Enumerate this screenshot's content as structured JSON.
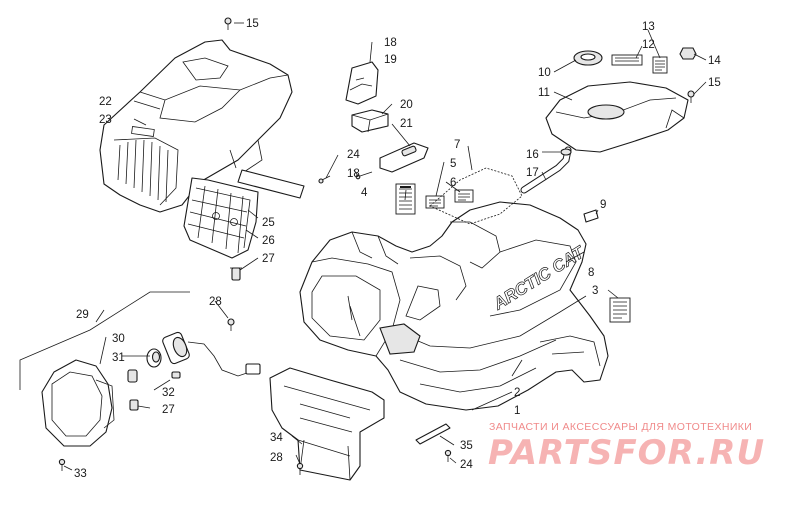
{
  "diagram": {
    "brand_decal": "ARCTIC CAT",
    "callouts": {
      "c1": "1",
      "c2": "2",
      "c3": "3",
      "c4": "4",
      "c5": "5",
      "c6": "6",
      "c7": "7",
      "c8": "8",
      "c9": "9",
      "c10": "10",
      "c11": "11",
      "c12": "12",
      "c13": "13",
      "c14": "14",
      "c15a": "15",
      "c15b": "15",
      "c16": "16",
      "c17": "17",
      "c18a": "18",
      "c18b": "18",
      "c19": "19",
      "c20": "20",
      "c21": "21",
      "c22": "22",
      "c23": "23",
      "c24a": "24",
      "c24b": "24",
      "c25": "25",
      "c26": "26",
      "c27a": "27",
      "c27b": "27",
      "c28a": "28",
      "c28b": "28",
      "c29": "29",
      "c30": "30",
      "c31": "31",
      "c32": "32",
      "c33": "33",
      "c34": "34",
      "c35": "35"
    }
  },
  "watermark": {
    "caption": "ЗАПЧАСТИ И АКСЕССУАРЫ ДЛЯ МОТОТЕХНИКИ",
    "logo": "PARTSFOR.RU"
  }
}
